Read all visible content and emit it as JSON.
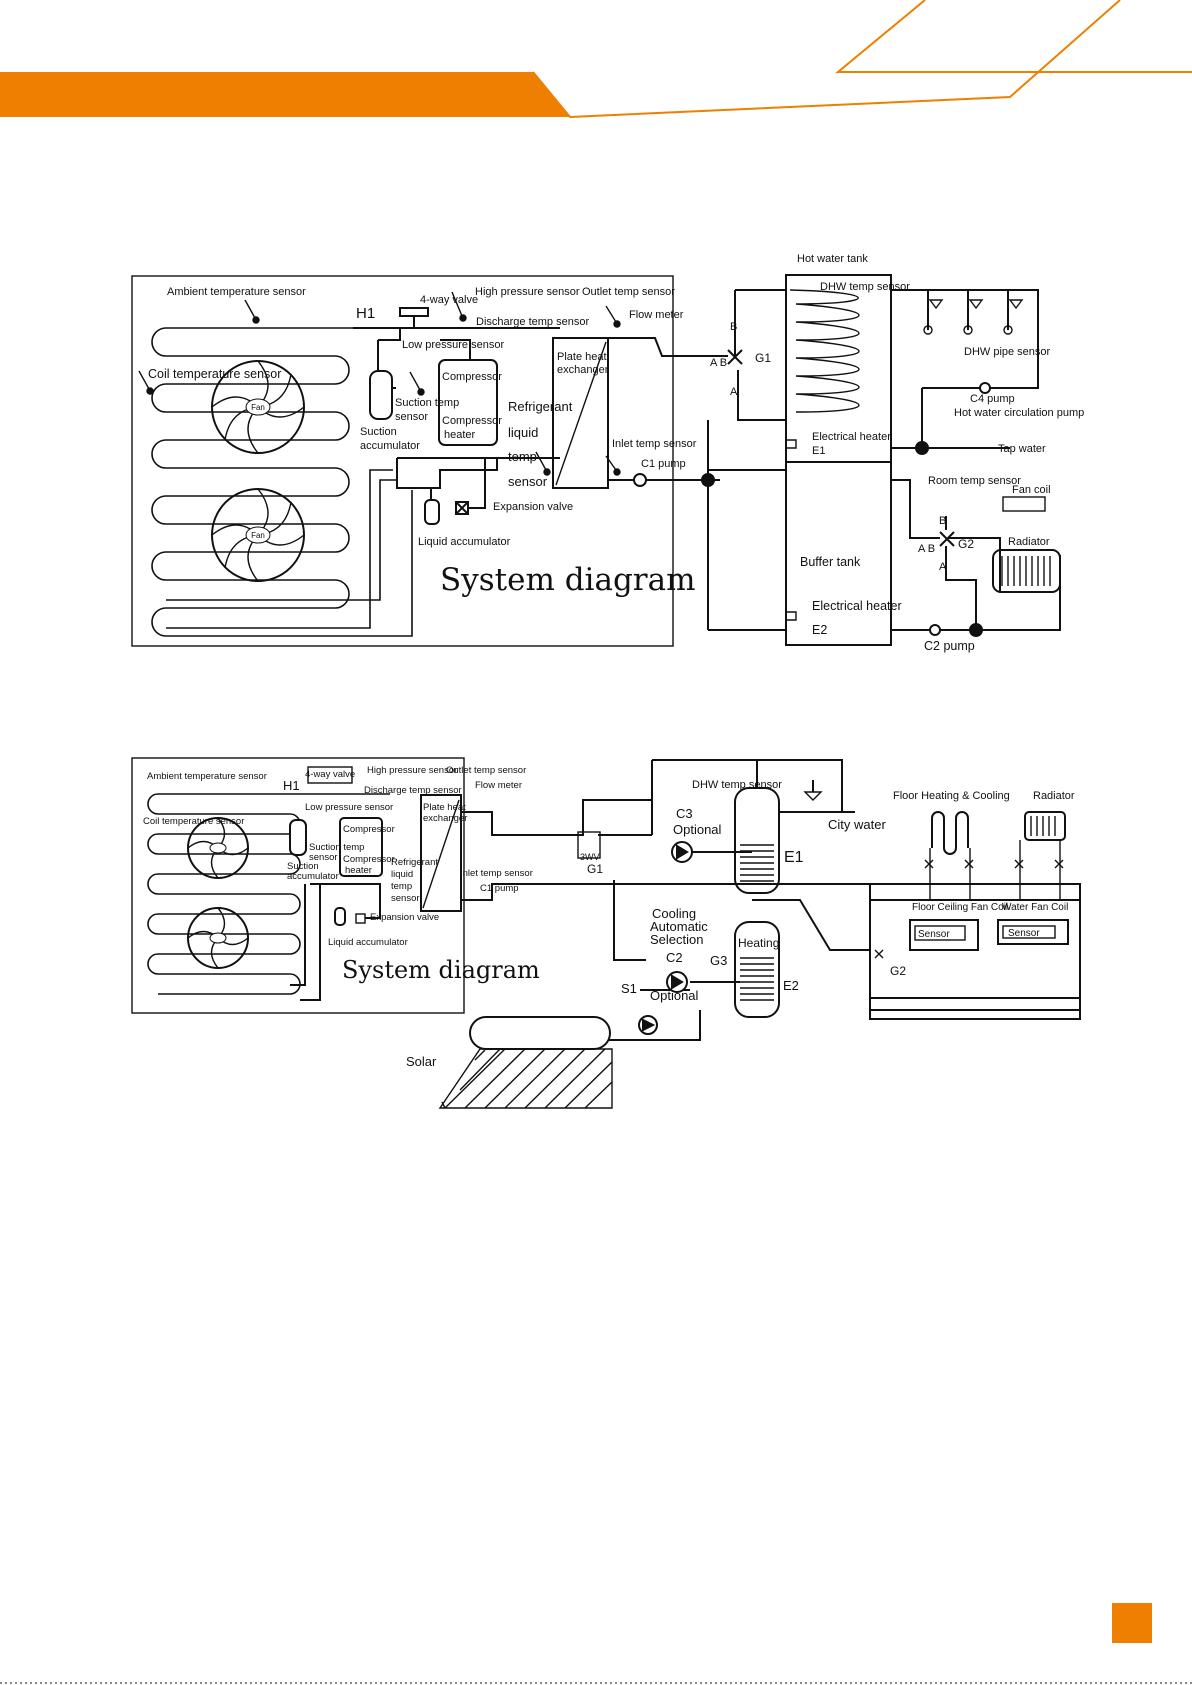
{
  "brand": {
    "accent": "#ee7f00"
  },
  "diagram1": {
    "title": "System diagram",
    "labels": {
      "ambient": "Ambient temperature sensor",
      "coil": "Coil temperature sensor",
      "h1": "H1",
      "valve4": "4-way valve",
      "high_p": "High pressure sensor",
      "discharge": "Discharge temp sensor",
      "low_p": "Low pressure sensor",
      "outlet": "Outlet temp sensor",
      "flow": "Flow meter",
      "plate1": "Plate heat",
      "plate2": "exchanger",
      "compressor": "Compressor",
      "comp_heater1": "Compressor",
      "comp_heater2": "heater",
      "suction_temp1": "Suction temp",
      "suction_temp2": "sensor",
      "suction_acc1": "Suction",
      "suction_acc2": "accumulator",
      "ref1": "Refrigerant",
      "ref2": "liquid",
      "ref3": "temp",
      "ref4": "sensor",
      "inlet": "Inlet temp sensor",
      "c1": "C1 pump",
      "expansion": "Expansion valve",
      "liquid_acc": "Liquid accumulator",
      "fan": "Fan",
      "hot_tank": "Hot water tank",
      "dhw_temp": "DHW temp sensor",
      "dhw_pipe": "DHW pipe sensor",
      "c4_1": "C4 pump",
      "c4_2": "Hot water circulation pump",
      "tap": "Tap water",
      "eh1": "Electrical heater",
      "e1": "E1",
      "buffer": "Buffer tank",
      "eh2": "Electrical heater",
      "e2": "E2",
      "c2": "C2 pump",
      "room": "Room temp sensor",
      "fancoil": "Fan coil",
      "radiator": "Radiator",
      "g1": "G1",
      "g2": "G2",
      "a": "A",
      "b": "B",
      "ab": "A B"
    }
  },
  "diagram2": {
    "title": "System diagram",
    "labels": {
      "ambient": "Ambient temperature sensor",
      "coil": "Coil temperature sensor",
      "h1": "H1",
      "valve4": "4-way valve",
      "high_p": "High pressure sensor",
      "discharge": "Discharge temp sensor",
      "low_p": "Low pressure sensor",
      "outlet": "Outlet temp sensor",
      "flow": "Flow meter",
      "plate1": "Plate heat",
      "plate2": "exchanger",
      "compressor": "Compressor",
      "comp_heater1": "Compressor",
      "comp_heater2": "heater",
      "suction_temp1": "Suction temp",
      "suction_temp2": "sensor",
      "suction_acc1": "Suction",
      "suction_acc2": "accumulator",
      "ref1": "Refrigerant",
      "ref2": "liquid",
      "ref3": "temp",
      "ref4": "sensor",
      "inlet": "Inlet temp sensor",
      "c1": "C1 pump",
      "expansion": "Expansion valve",
      "liquid_acc": "Liquid accumulator",
      "fan": "Fan",
      "bwv": "3WV",
      "g1": "G1",
      "dhw_temp": "DHW temp sensor",
      "c3": "C3",
      "optional": "Optional",
      "city": "City water",
      "e1": "E1",
      "cool1": "Cooling",
      "cool2": "Automatic",
      "cool3": "Selection",
      "c2": "C2",
      "optional2": "Optional",
      "g3": "G3",
      "heating": "Heating",
      "e2": "E2",
      "s1": "S1",
      "solar": "Solar",
      "floor": "Floor Heating & Cooling",
      "radiator": "Radiator",
      "fcfc": "Floor Ceiling Fan Coil",
      "wfc": "Water Fan Coil",
      "sensor": "Sensor",
      "g2": "G2"
    }
  },
  "page_number": ""
}
